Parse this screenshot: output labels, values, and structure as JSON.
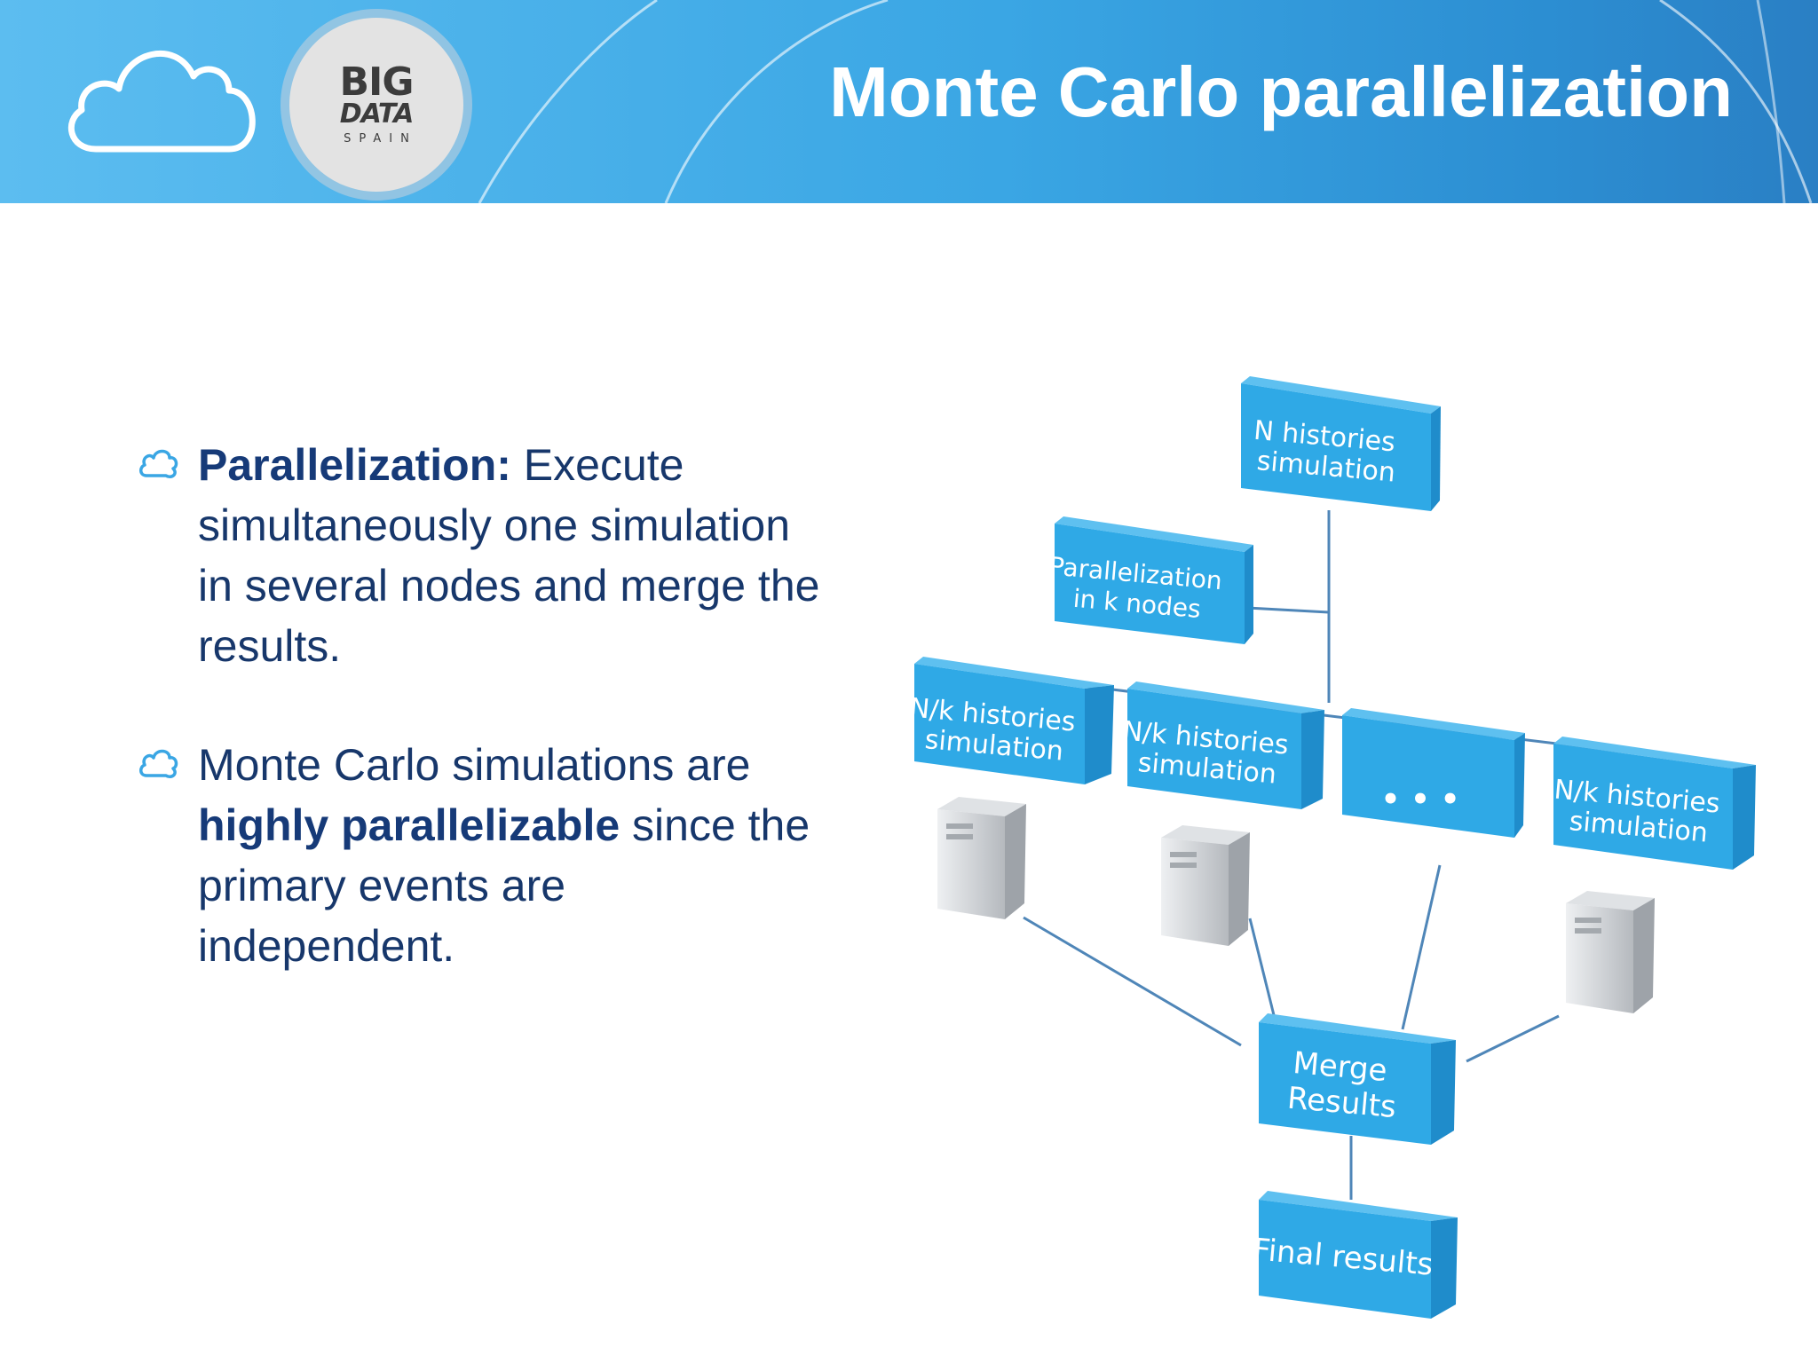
{
  "header": {
    "title": "Monte Carlo parallelization",
    "logo_big": "BIG",
    "logo_data": "DATA",
    "logo_spain": "SPAIN"
  },
  "bullets": [
    {
      "bold": "Parallelization:",
      "text": " Execute simultaneously one simulation in several nodes and merge the results."
    },
    {
      "pre": "Monte Carlo simulations are ",
      "bold": "highly parallelizable",
      "post": " since the primary events are independent."
    }
  ],
  "diagram": {
    "root": [
      "N histories",
      "simulation"
    ],
    "parallel": [
      "Parallelization",
      "in k nodes"
    ],
    "node1": [
      "N/k histories",
      "simulation"
    ],
    "node2": [
      "N/k histories",
      "simulation"
    ],
    "ellipsis": "• • •",
    "node4": [
      "N/k histories",
      "simulation"
    ],
    "merge": [
      "Merge",
      "Results"
    ],
    "final": "Final results"
  },
  "colors": {
    "header_start": "#5cbdf0",
    "header_end": "#2a7fc4",
    "box_fill": "#2fa9e6",
    "box_dark": "#1f8ccb",
    "text_navy": "#17376b"
  }
}
